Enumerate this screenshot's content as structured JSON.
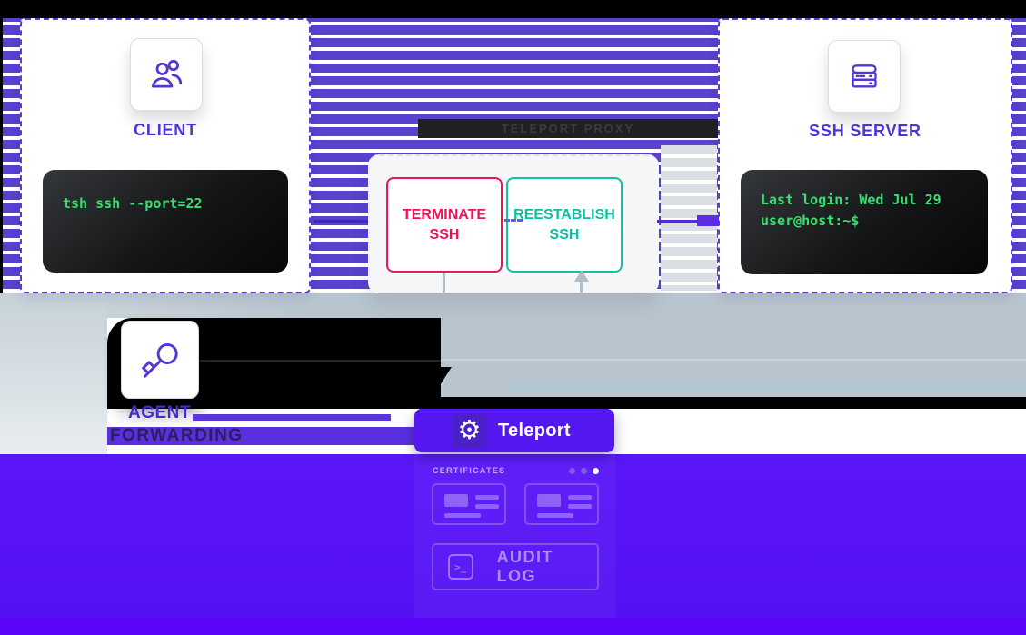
{
  "client": {
    "label": "CLIENT",
    "terminal_command": "tsh ssh --port=22",
    "icon": "users-icon"
  },
  "proxy": {
    "title": "TELEPORT PROXY",
    "terminate_label": "TERMINATE SSH",
    "reestablish_label": "REESTABLISH SSH"
  },
  "ssh_server": {
    "label": "SSH SERVER",
    "terminal_line1": "Last login: Wed Jul 29",
    "terminal_line2": "user@host:~$",
    "icon": "server-icon"
  },
  "agent": {
    "label": "AGENT",
    "sublabel": "FORWARDING",
    "icon": "key-icon"
  },
  "teleport_panel": {
    "brand": "Teleport",
    "logo_icon": "gear-icon",
    "gear_glyph": "⚙",
    "certificates_label": "CERTIFICATES",
    "audit_log_label": "AUDIT LOG",
    "audit_icon_glyph": ">_",
    "pagination": {
      "dots": 3,
      "active_index": 2
    }
  },
  "colors": {
    "stripe_purple": "#5a41ce",
    "accent_purple": "#5131d9",
    "terminal_green": "#38df6e",
    "terminate_red": "#ee1358",
    "reestablish_teal": "#0cc3a3",
    "panel_purple": "#5513f5",
    "brand_header_purple": "#5517ef"
  }
}
